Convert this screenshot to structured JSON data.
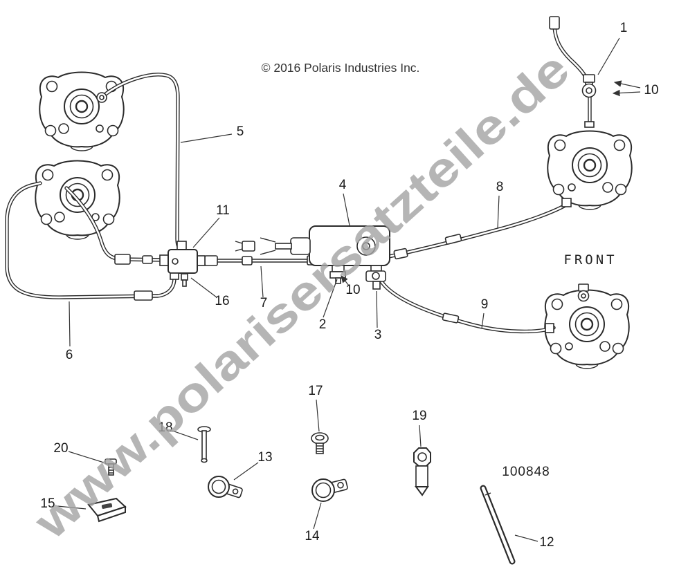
{
  "copyright": "© 2016 Polaris Industries Inc.",
  "watermark": "www.polarisersatzteile.de",
  "front_label": "FRONT",
  "part_number": "100848",
  "colors": {
    "line": "#2b2b2b",
    "watermark": "#a3a3a3",
    "text": "#1a1a1a"
  },
  "callouts": {
    "c1": "1",
    "c2": "2",
    "c3": "3",
    "c4": "4",
    "c5": "5",
    "c6": "6",
    "c7": "7",
    "c8": "8",
    "c9": "9",
    "c10_top": "10",
    "c10_mid": "10",
    "c11": "11",
    "c12": "12",
    "c13": "13",
    "c14": "14",
    "c15": "15",
    "c16": "16",
    "c17": "17",
    "c18": "18",
    "c19": "19",
    "c20": "20"
  }
}
